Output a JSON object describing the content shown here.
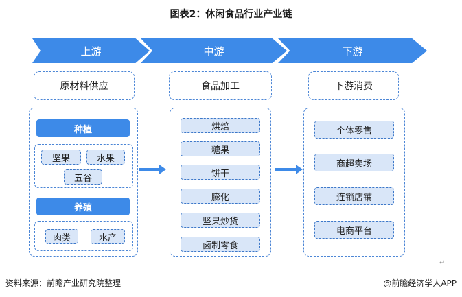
{
  "title": "图表2：休闲食品行业产业链",
  "stages": {
    "upstream": "上游",
    "midstream": "中游",
    "downstream": "下游"
  },
  "upstream": {
    "header": "原材料供应",
    "planting": {
      "label": "种植",
      "items": [
        "坚果",
        "水果",
        "五谷"
      ]
    },
    "breeding": {
      "label": "养殖",
      "items": [
        "肉类",
        "水产"
      ]
    }
  },
  "midstream": {
    "header": "食品加工",
    "items": [
      "烘焙",
      "糖果",
      "饼干",
      "膨化",
      "坚果炒货",
      "卤制零食"
    ]
  },
  "downstream": {
    "header": "下游消费",
    "items": [
      "个体零售",
      "商超卖场",
      "连锁店铺",
      "电商平台"
    ]
  },
  "footer": {
    "source": "资料来源：前瞻产业研究院整理",
    "brand": "@前瞻经济学人APP"
  },
  "paragraph_mark": "↵",
  "colors": {
    "accent": "#3d8ae8",
    "pill_fill": "#d9e6f8",
    "dash_border": "#4c86d6"
  }
}
